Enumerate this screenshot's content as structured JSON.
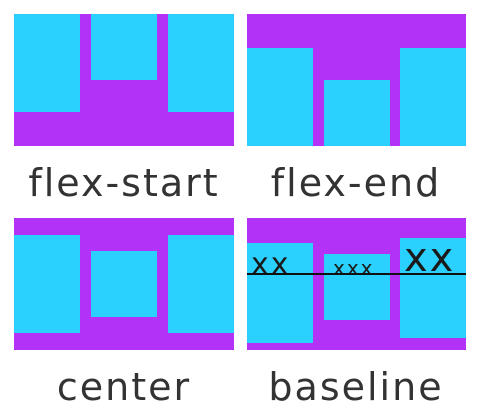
{
  "colors": {
    "container": "#b232f6",
    "item": "#2ad1fe",
    "text": "#333333"
  },
  "panels": [
    {
      "id": "flex-start",
      "caption": "flex-start"
    },
    {
      "id": "flex-end",
      "caption": "flex-end"
    },
    {
      "id": "center",
      "caption": "center"
    },
    {
      "id": "baseline",
      "caption": "baseline",
      "item_texts": [
        "xx",
        "xxx",
        "xx"
      ]
    }
  ]
}
